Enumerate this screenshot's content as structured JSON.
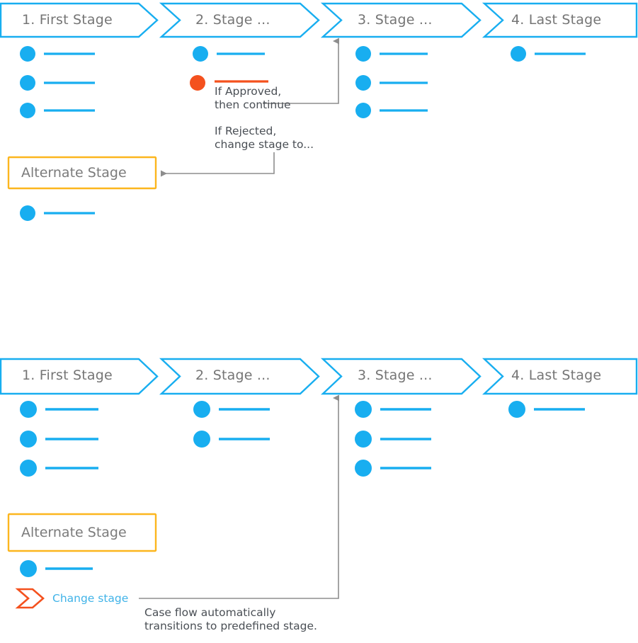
{
  "diagrams": [
    {
      "id": "approval-flow",
      "stages": [
        {
          "label": "1. First Stage",
          "steps": 3
        },
        {
          "label": "2. Stage ...",
          "steps": 2
        },
        {
          "label": "3. Stage ...",
          "steps": 3
        },
        {
          "label": "4. Last Stage",
          "steps": 1
        }
      ],
      "alternate_stage": {
        "label": "Alternate Stage",
        "steps": 1
      },
      "annotations": [
        {
          "id": "approved",
          "lines": [
            "If Approved,",
            "then continue"
          ]
        },
        {
          "id": "rejected",
          "lines": [
            "If Rejected,",
            "change stage to..."
          ]
        }
      ]
    },
    {
      "id": "auto-transition-flow",
      "stages": [
        {
          "label": "1. First Stage",
          "steps": 3
        },
        {
          "label": "2. Stage ...",
          "steps": 2
        },
        {
          "label": "3. Stage ...",
          "steps": 3
        },
        {
          "label": "4. Last Stage",
          "steps": 1
        }
      ],
      "alternate_stage": {
        "label": "Alternate Stage",
        "steps": 1
      },
      "change_stage": {
        "label": "Change stage"
      },
      "annotations": [
        {
          "id": "auto",
          "lines": [
            "Case flow automatically",
            "transitions to predefined stage."
          ]
        }
      ]
    }
  ],
  "colors": {
    "blue": "#18AEF0",
    "blue_text": "#40b3e8",
    "orange": "#F4511E",
    "amber": "#FCB61E",
    "grey_text": "#757575",
    "connector": "#9a9a9a"
  }
}
